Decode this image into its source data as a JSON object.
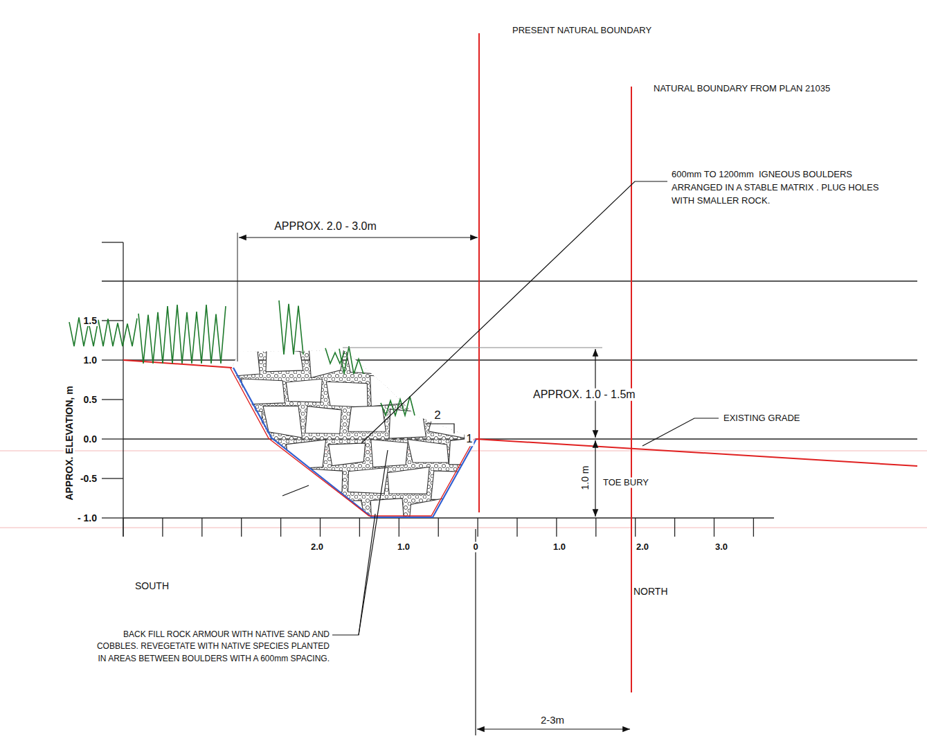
{
  "diagram": {
    "labels": [
      "PRESENT NATURAL BOUNDARY",
      "NATURAL BOUNDARY FROM PLAN 21035",
      "600mm TO 1200mm  IGNEOUS BOULDERS ARRANGED IN A STABLE MATRIX . PLUG HOLES WITH SMALLER ROCK.",
      "APPROX. 2.0 - 3.0m",
      "APPROX. 1.0 - 1.5m",
      "EXISTING GRADE",
      "2",
      "1",
      "1.0 m",
      "TOE BURY",
      "APPROX. ELEVATION, m",
      "1.5",
      "1.0",
      "0.5",
      "0.0",
      "-0.5",
      "- 1.0",
      "2.0",
      "1.0",
      "0",
      "1.0",
      "2.0",
      "3.0",
      "SOUTH",
      "NORTH",
      "BACK FILL ROCK ARMOUR WITH NATIVE SAND AND COBBLES. REVEGETATE WITH NATIVE SPECIES PLANTED IN AREAS BETWEEN BOULDERS WITH A 600mm SPACING.",
      "2-3m"
    ]
  }
}
